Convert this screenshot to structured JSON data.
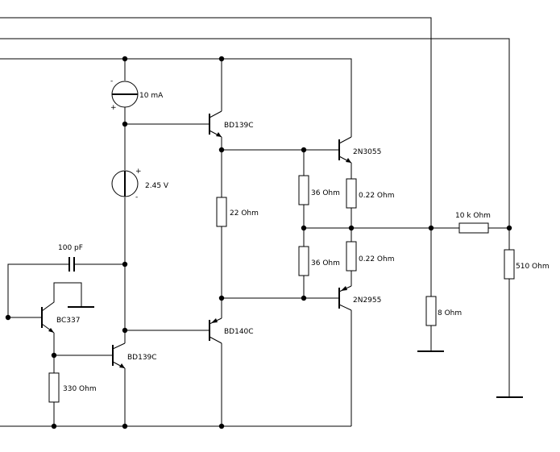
{
  "components": {
    "current_source": "10 mA",
    "voltage_source": "2.45 V",
    "capacitor": "100 pF",
    "q_bc337": "BC337",
    "q_bd139_lower": "BD139C",
    "q_bd139_upper": "BD139C",
    "q_bd140": "BD140C",
    "q_2n3055": "2N3055",
    "q_2n2955": "2N2955",
    "r_330": "330  Ohm",
    "r_22": "22  Ohm",
    "r_36_top": "36  Ohm",
    "r_36_bottom": "36  Ohm",
    "r_022_top": "0.22  Ohm",
    "r_022_bottom": "0.22  Ohm",
    "r_8": "8  Ohm",
    "r_10k": "10 k  Ohm",
    "r_510": "510  Ohm"
  },
  "symbols": {
    "plus": "+",
    "minus": "-"
  }
}
